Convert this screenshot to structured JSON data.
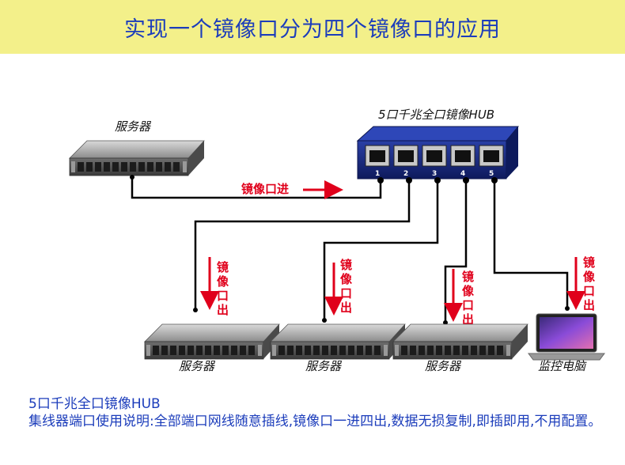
{
  "title": "实现一个镜像口分为四个镜像口的应用",
  "hub": {
    "label": "5口千兆全口镜像HUB",
    "ports": [
      "1",
      "2",
      "3",
      "4",
      "5"
    ]
  },
  "source_server": {
    "label": "服务器"
  },
  "mirror_in_label": "镜像口进",
  "mirror_out_label": [
    "镜",
    "像",
    "口",
    "出"
  ],
  "targets": [
    {
      "label": "服务器"
    },
    {
      "label": "服务器"
    },
    {
      "label": "服务器"
    },
    {
      "label": "监控电脑"
    }
  ],
  "footer": {
    "line1": "5口千兆全口镜像HUB",
    "line2_prefix": "集线器端口使用说明:",
    "line2_text": "全部端口网线随意插线,镜像口一进四出,数据无损复制,即插即用,不用配置。"
  },
  "colors": {
    "title": "#1c3dbb",
    "banner": "#f3f08a",
    "red": "#e0001b",
    "hub_body": "#1a2c8a",
    "cable": "#000000"
  }
}
